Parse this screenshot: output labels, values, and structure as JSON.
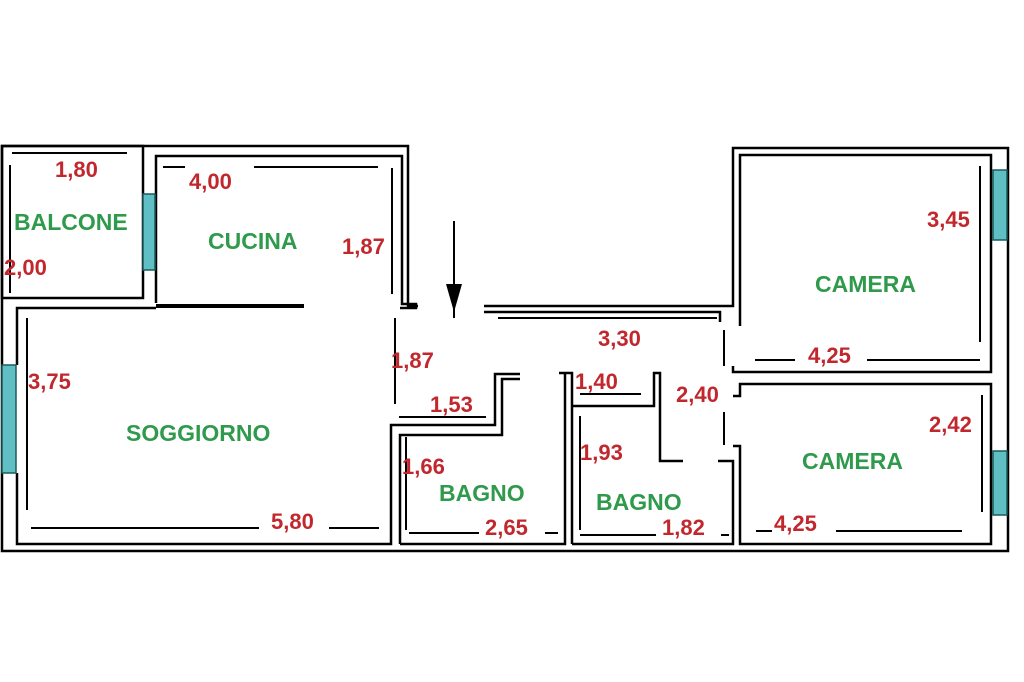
{
  "rooms": {
    "balcone": {
      "label": "BALCONE",
      "width": "1,80",
      "height": "2,00"
    },
    "cucina": {
      "label": "CUCINA",
      "width": "4,00",
      "height": "1,87"
    },
    "soggiorno": {
      "label": "SOGGIORNO",
      "width": "5,80",
      "height": "3,75"
    },
    "ingresso": {
      "height": "1,87",
      "width": "1,53"
    },
    "disimpegno": {
      "width": "3,30",
      "height": "2,40",
      "ripostiglio": "1,40"
    },
    "bagno1": {
      "label": "BAGNO",
      "width": "2,65",
      "height": "1,66"
    },
    "bagno2": {
      "label": "BAGNO",
      "width": "1,82",
      "height": "1,93"
    },
    "camera1": {
      "label": "CAMERA",
      "width": "4,25",
      "height": "3,45"
    },
    "camera2": {
      "label": "CAMERA",
      "width": "4,25",
      "height": "2,42"
    }
  },
  "colors": {
    "room_label": "#2f9a4c",
    "measure": "#c0282e",
    "window": "#5fbfc4"
  }
}
